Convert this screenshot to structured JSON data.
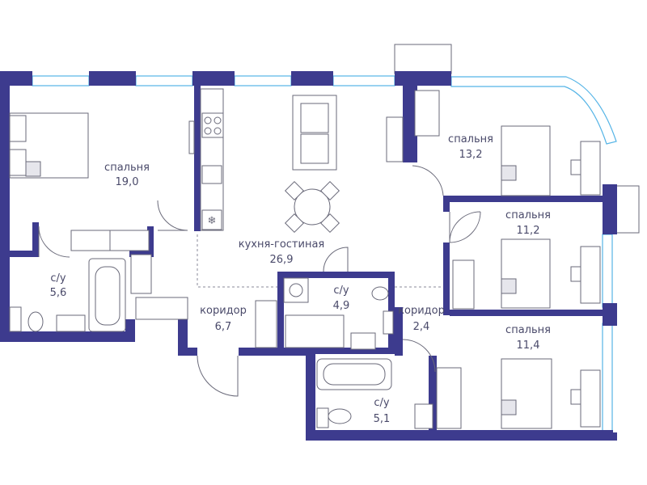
{
  "colors": {
    "wall": "#3d3b8e",
    "window": "#55b4e6",
    "furniture_stroke": "#6a6a7a",
    "label": "#4a4a6a"
  },
  "rooms": [
    {
      "id": "bedroom-1",
      "name": "спальня",
      "area": "19,0"
    },
    {
      "id": "bathroom-1",
      "name": "с/у",
      "area": "5,6"
    },
    {
      "id": "kitchen-living",
      "name": "кухня-гостиная",
      "area": "26,9"
    },
    {
      "id": "corridor-1",
      "name": "коридор",
      "area": "6,7"
    },
    {
      "id": "bathroom-2",
      "name": "с/у",
      "area": "4,9"
    },
    {
      "id": "corridor-2",
      "name": "коридор",
      "area": "2,4"
    },
    {
      "id": "bathroom-3",
      "name": "с/у",
      "area": "5,1"
    },
    {
      "id": "bedroom-2",
      "name": "спальня",
      "area": "13,2"
    },
    {
      "id": "bedroom-3",
      "name": "спальня",
      "area": "11,2"
    },
    {
      "id": "bedroom-4",
      "name": "спальня",
      "area": "11,4"
    }
  ]
}
